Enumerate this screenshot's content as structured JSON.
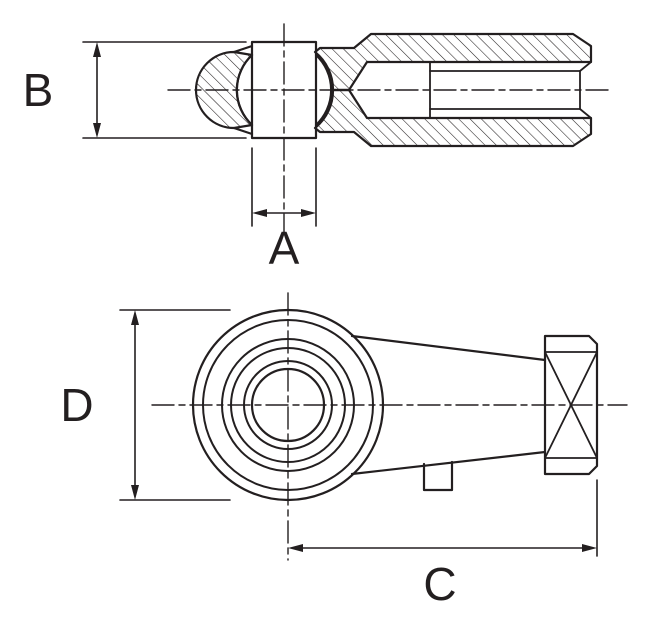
{
  "drawing": {
    "background_color": "#ffffff",
    "line_color": "#231f20"
  },
  "dimension_labels": {
    "a": "A",
    "b": "B",
    "c": "C",
    "d": "D"
  }
}
